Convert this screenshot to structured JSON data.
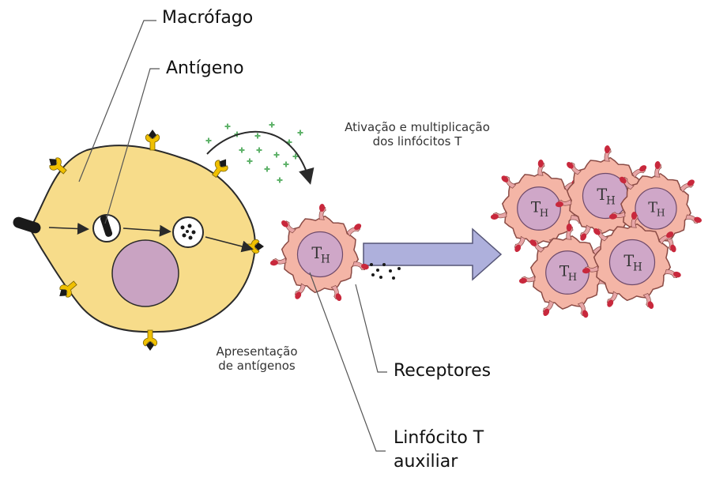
{
  "labels": {
    "macrophage": "Macrófago",
    "antigen": "Antígeno",
    "activation_line1": "Ativação e multiplicação",
    "activation_line2": "dos linfócitos T",
    "presentation_line1": "Apresentação",
    "presentation_line2": "de antígenos",
    "receptors": "Receptores",
    "lymphocyte_line1": "Linfócito T",
    "lymphocyte_line2": "auxiliar"
  },
  "cell_label": {
    "main": "T",
    "sub": "H"
  },
  "colors": {
    "macrophage_fill": "#f7dc8a",
    "macrophage_stroke": "#2a2a2a",
    "nucleus": "#c9a3c2",
    "t_cell_fill": "#f4b5a6",
    "t_cell_nucleus": "#cfa7c8",
    "receptor_red": "#c8283c",
    "receptor_pink": "#e7a5a6",
    "antigen_yellow": "#f0c000",
    "arrow_fill": "#aeb0dc",
    "cytokine_green": "#5fb26a"
  }
}
